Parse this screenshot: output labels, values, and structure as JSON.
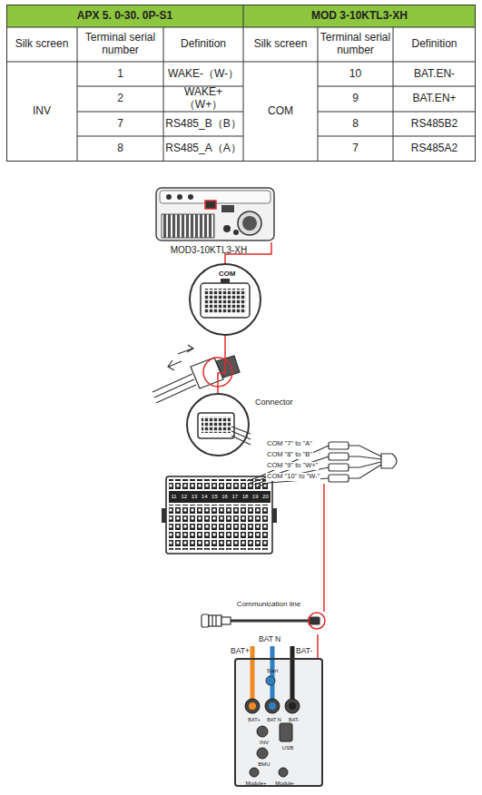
{
  "diagram": {
    "nodes": [
      {
        "text": [
          "MOD3-10KTL3-XH"
        ]
      },
      {
        "text": [
          "COM"
        ]
      },
      {
        "text": [
          "Connector"
        ]
      },
      {
        "text": [
          "Communication line"
        ]
      },
      {
        "text": [
          "Start",
          "BAT+",
          "BAT N",
          "BAT-",
          "INV",
          "USB",
          "BMU",
          "Module+",
          "Module-"
        ]
      }
    ],
    "edges": [
      {
        "from": 0,
        "to": 1,
        "arrow": "none"
      },
      {
        "from": 1,
        "to": 2,
        "arrow": "none"
      },
      {
        "from": 3,
        "to": 4,
        "arrow": "none"
      }
    ],
    "labels": [
      "APX 5. 0-30. 0P-S1",
      "MOD 3-10KTL3-XH",
      "Silk screen",
      "Terminal serial number",
      "Definition",
      "Silk screen",
      "Terminal serial number",
      "Definition",
      "INV",
      "1",
      "WAKE-（W-）",
      "COM",
      "10",
      "BAT.EN-",
      "2",
      "WAKE+（W+）",
      "9",
      "BAT.EN+",
      "7",
      "RS485_B（B）",
      "8",
      "RS485B2",
      "8",
      "RS485_A（A）",
      "7",
      "RS485A2",
      "COM \"7\" to \"A\"",
      "COM \"8\" to \"B\"",
      "COM \"9\" to \"W+\"",
      "COM \"10\" to \"W-\"",
      "11",
      "12",
      "13",
      "14",
      "15",
      "16",
      "17",
      "18",
      "19",
      "20",
      "BAT+",
      "BAT N",
      "BAT-"
    ]
  }
}
